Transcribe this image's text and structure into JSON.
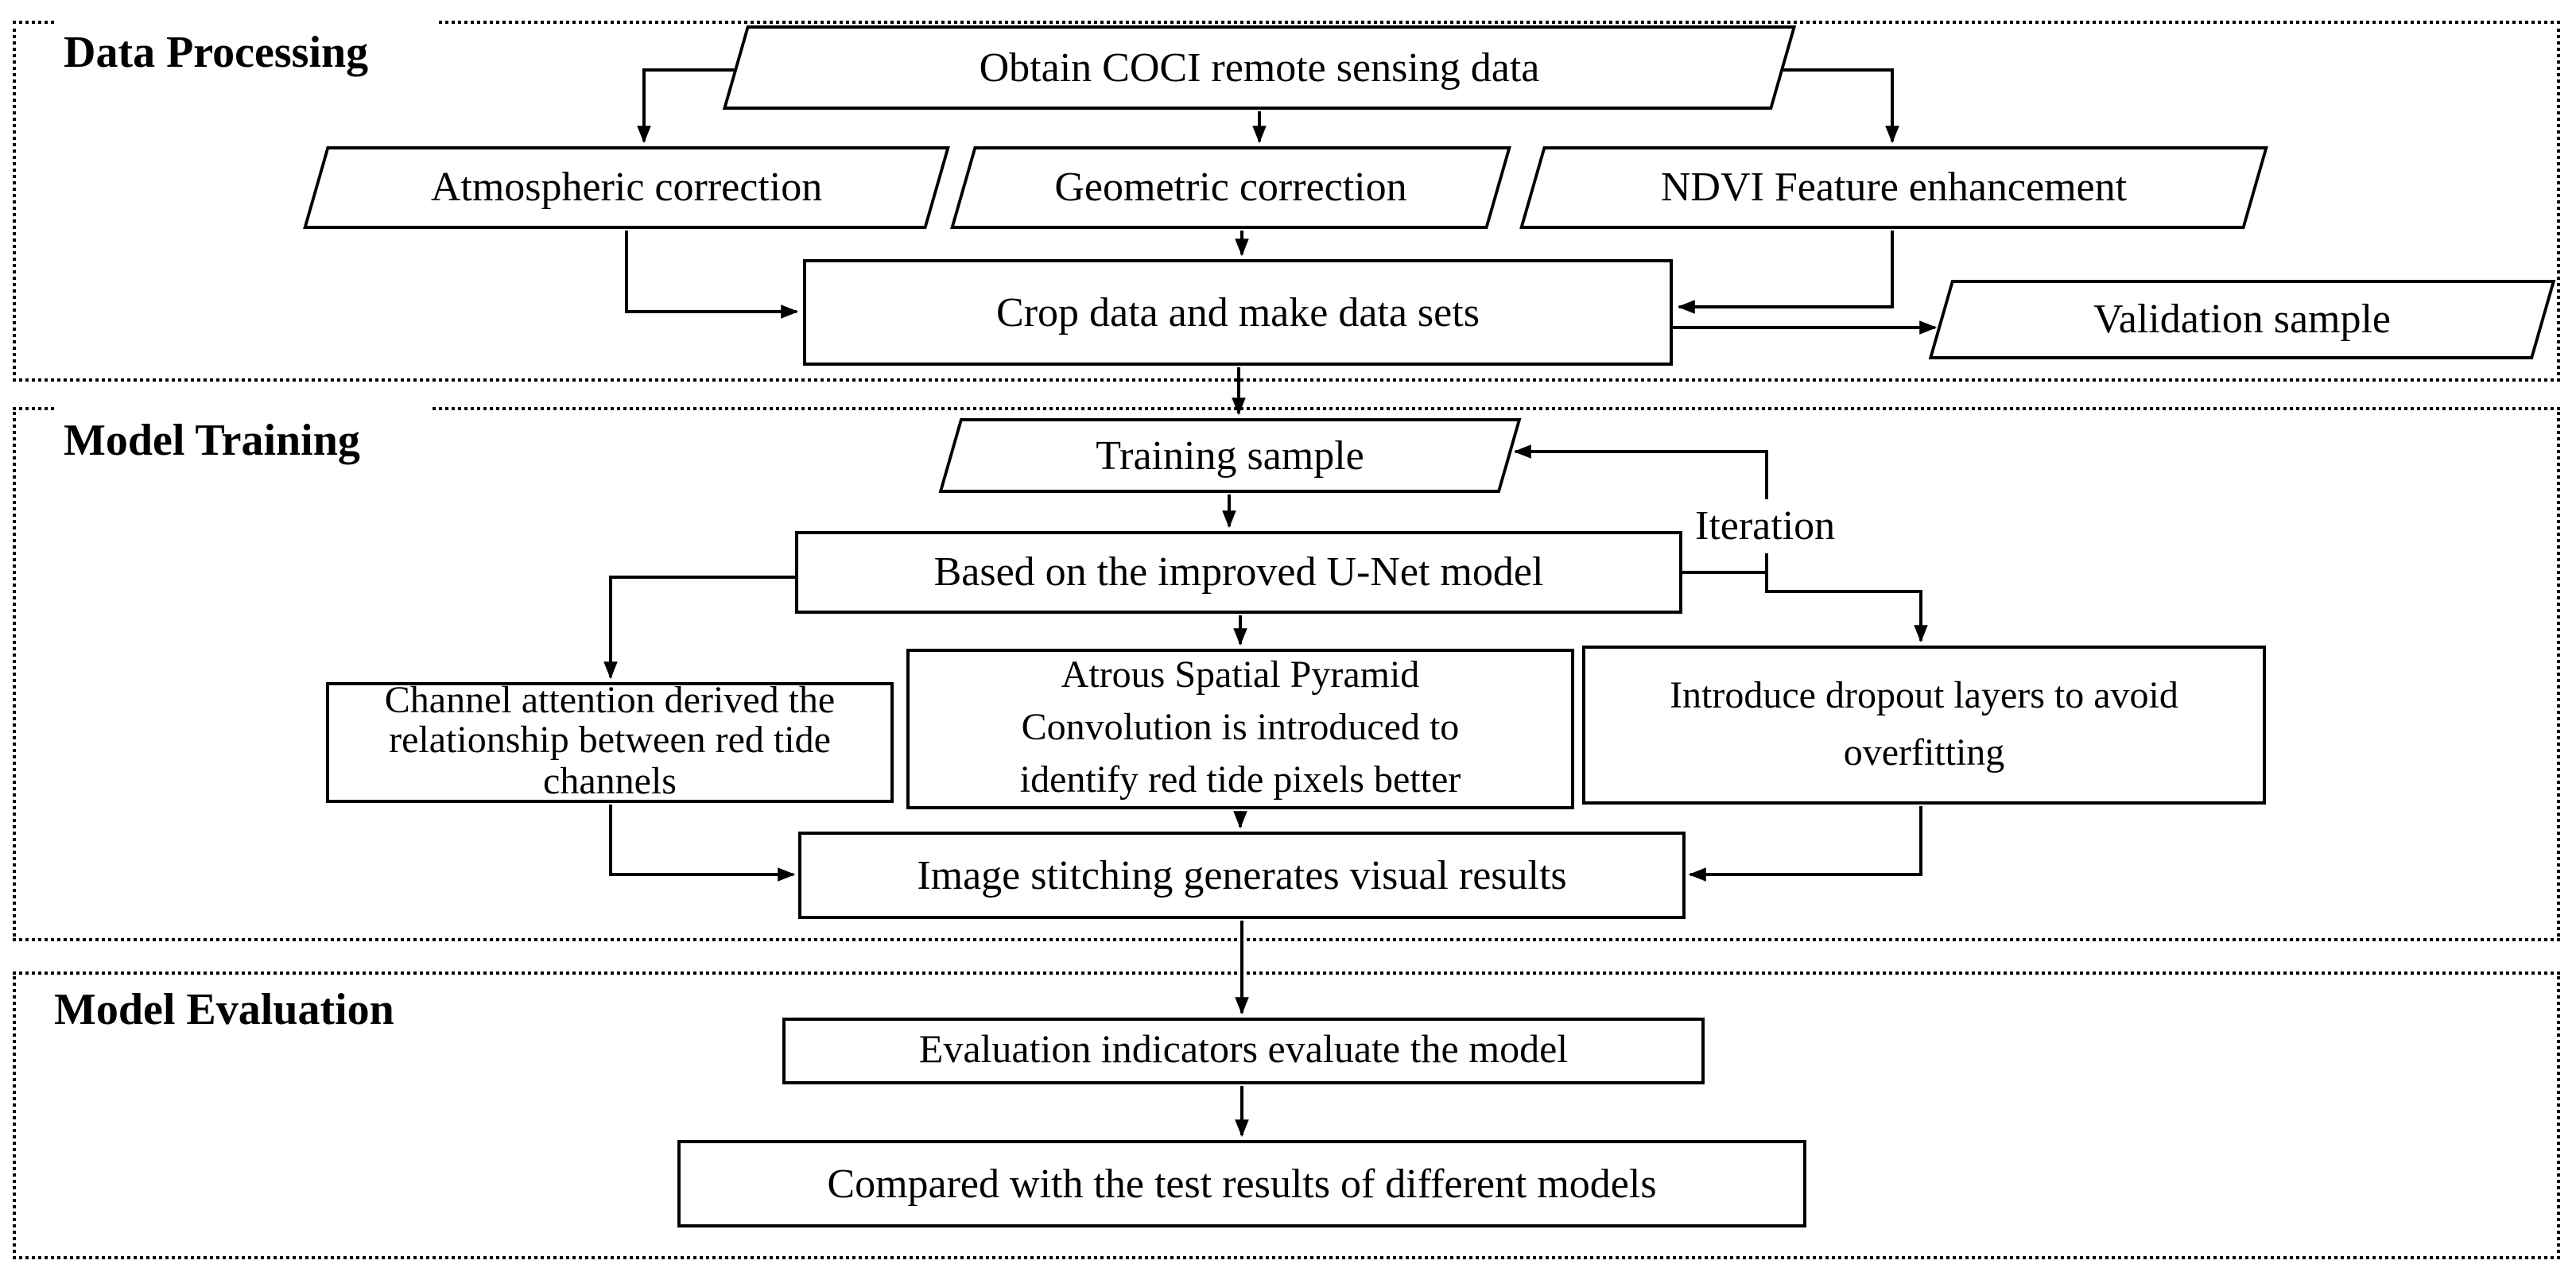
{
  "sections": {
    "data_processing": {
      "label": "Data Processing"
    },
    "model_training": {
      "label": "Model Training"
    },
    "model_evaluation": {
      "label": "Model Evaluation"
    }
  },
  "nodes": {
    "obtain_coci": {
      "label": "Obtain COCI remote sensing data",
      "shape": "parallelogram"
    },
    "atmospheric_correction": {
      "label": "Atmospheric correction",
      "shape": "parallelogram"
    },
    "geometric_correction": {
      "label": "Geometric correction",
      "shape": "parallelogram"
    },
    "ndvi_enhancement": {
      "label": "NDVI Feature enhancement",
      "shape": "parallelogram"
    },
    "crop_datasets": {
      "label": "Crop data and make data sets",
      "shape": "rectangle"
    },
    "validation_sample": {
      "label": "Validation sample",
      "shape": "parallelogram"
    },
    "training_sample": {
      "label": "Training sample",
      "shape": "parallelogram"
    },
    "improved_unet": {
      "label": "Based on the improved U-Net model",
      "shape": "rectangle"
    },
    "channel_attention": {
      "label": "Channel attention derived the relationship between red tide channels",
      "shape": "rectangle"
    },
    "atrous_aspp": {
      "label": "Atrous Spatial Pyramid Convolution is introduced to identify red tide pixels better",
      "shape": "rectangle"
    },
    "dropout_layers": {
      "label": "Introduce dropout layers to avoid overfitting",
      "shape": "rectangle"
    },
    "image_stitching": {
      "label": "Image stitching generates visual results",
      "shape": "rectangle"
    },
    "evaluation_indicators": {
      "label": "Evaluation indicators evaluate the model",
      "shape": "rectangle"
    },
    "compare_models": {
      "label": "Compared with the test results of different models",
      "shape": "rectangle"
    }
  },
  "annotations": {
    "iteration": {
      "label": "Iteration"
    }
  },
  "colors": {
    "line": "#000000",
    "background": "#ffffff"
  }
}
